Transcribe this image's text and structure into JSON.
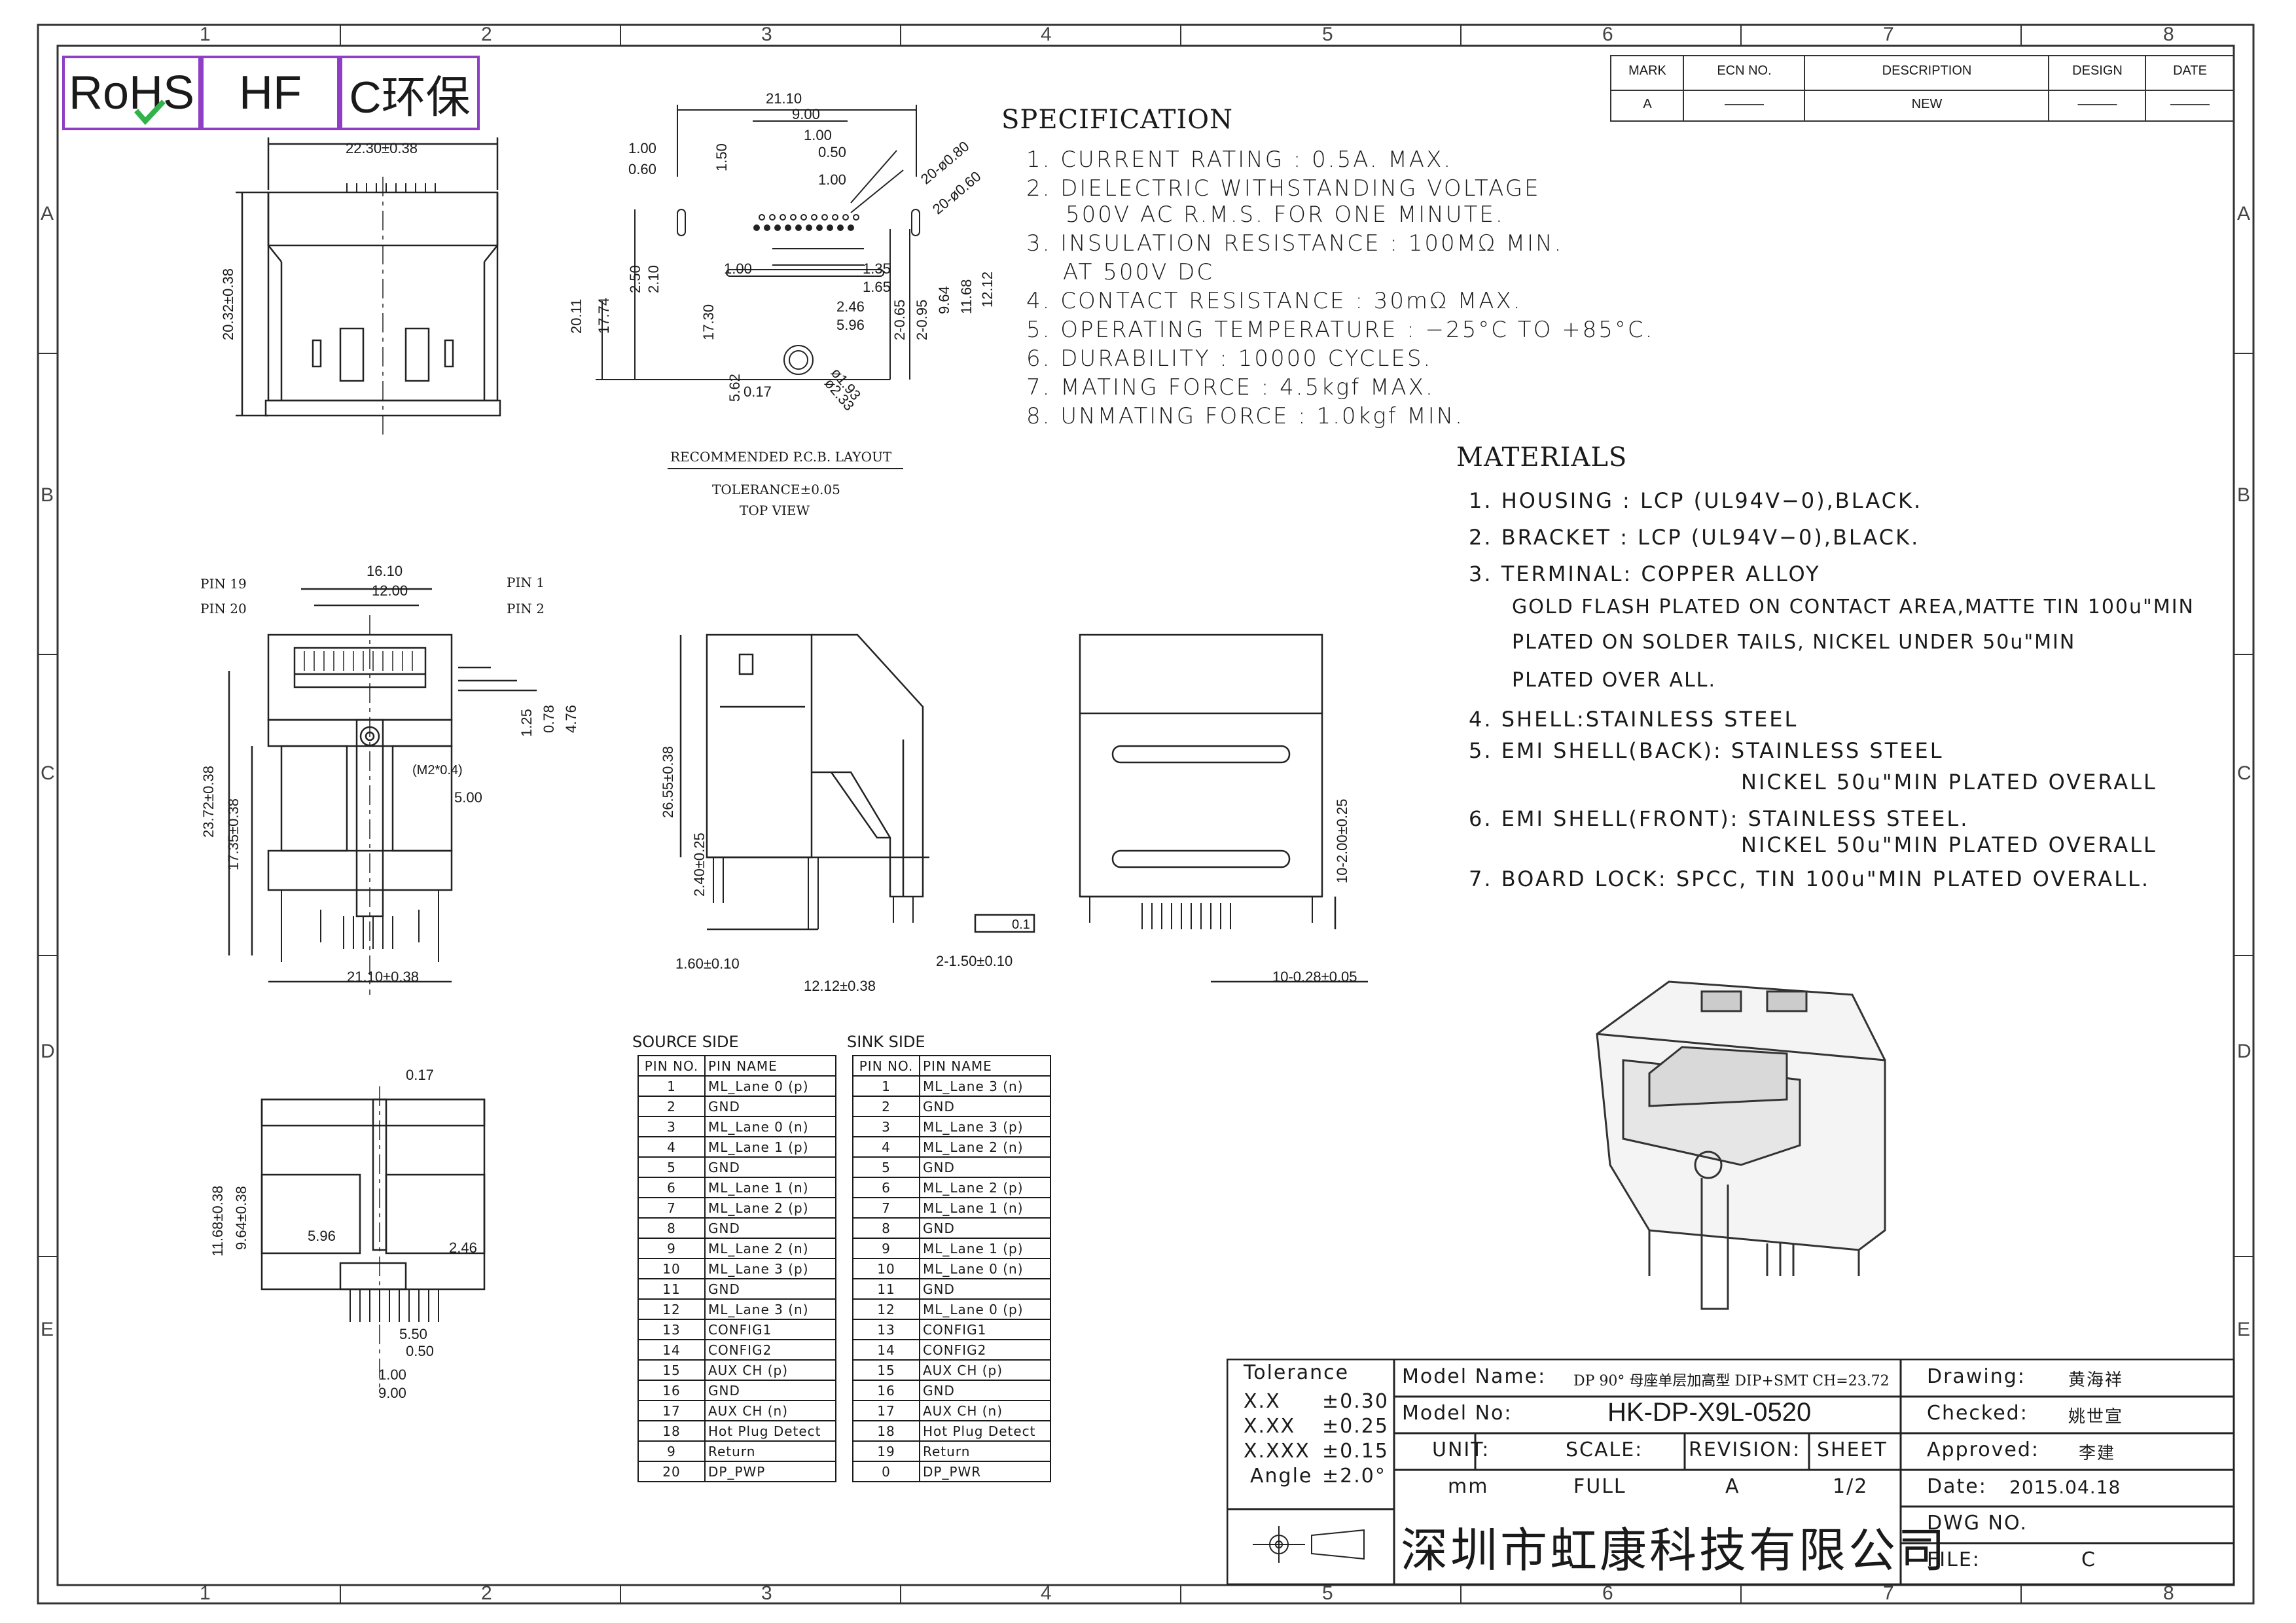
{
  "badges": {
    "rohs": "RoHS",
    "hf": "HF",
    "env": "C环保"
  },
  "zone_columns": [
    "1",
    "2",
    "3",
    "4",
    "5",
    "6",
    "7",
    "8"
  ],
  "zone_rows": [
    "A",
    "B",
    "C",
    "D",
    "E"
  ],
  "revision_table": {
    "headers": [
      "MARK",
      "ECN NO.",
      "DESCRIPTION",
      "DESIGN",
      "DATE"
    ],
    "row": [
      "A",
      "———",
      "NEW",
      "———",
      "———"
    ]
  },
  "specification": {
    "title": "SPECIFICATION",
    "items": [
      "1. CURRENT RATING : 0.5A. MAX.",
      "2. DIELECTRIC WITHSTANDING VOLTAGE",
      "500V AC R.M.S. FOR ONE MINUTE.",
      "3. INSULATION RESISTANCE : 100MΩ MIN.",
      "AT 500V DC",
      "4. CONTACT RESISTANCE : 30mΩ MAX.",
      "5. OPERATING TEMPERATURE : −25°C TO +85°C.",
      "6. DURABILITY : 10000 CYCLES.",
      "7. MATING FORCE : 4.5kgf MAX.",
      "8. UNMATING FORCE : 1.0kgf MIN."
    ]
  },
  "materials": {
    "title": "MATERIALS",
    "items": [
      "1. HOUSING : LCP (UL94V−0),BLACK.",
      "2. BRACKET : LCP (UL94V−0),BLACK.",
      "3. TERMINAL: COPPER ALLOY",
      "GOLD FLASH PLATED ON CONTACT AREA,MATTE TIN 100u\"MIN",
      "PLATED ON SOLDER TAILS, NICKEL UNDER 50u\"MIN",
      "PLATED OVER ALL.",
      "4. SHELL:STAINLESS STEEL",
      "5. EMI SHELL(BACK): STAINLESS STEEL",
      "NICKEL 50u\"MIN PLATED OVERALL",
      "6. EMI SHELL(FRONT): STAINLESS STEEL.",
      "NICKEL 50u\"MIN PLATED OVERALL",
      "7. BOARD LOCK: SPCC, TIN 100u\"MIN PLATED OVERALL."
    ]
  },
  "pcb_layout": {
    "caption": "RECOMMENDED P.C.B. LAYOUT",
    "tolerance": "TOLERANCE±0.05",
    "view": "TOP VIEW",
    "dims": [
      "21.10",
      "9.00",
      "1.00",
      "0.50",
      "1.00",
      "1.00",
      "0.60",
      "1.50",
      "20-ø0.80",
      "20-ø0.60",
      "1.00",
      "1.35",
      "1.65",
      "2.46",
      "5.96",
      "2-0.65",
      "2-0.95",
      "9.64",
      "11.68",
      "12.12",
      "2.50",
      "2.10",
      "20.11",
      "17.74",
      "17.30",
      "5.62",
      "0.17",
      "ø1.93",
      "ø2.33"
    ]
  },
  "front_view_dims": {
    "width": "22.30±0.38",
    "height": "20.32±0.38"
  },
  "side_view_dims": [
    "16.10",
    "12.00",
    "PIN 19",
    "PIN 20",
    "PIN 1",
    "PIN 2",
    "1.25",
    "0.78",
    "4.76",
    "(M2*0.4)",
    "5.00",
    "23.72±0.38",
    "17.35±0.38",
    "21.10±0.38"
  ],
  "profile_view_dims": [
    "26.55±0.38",
    "2.40±0.25",
    "1.60±0.10",
    "12.12±0.38",
    "2-1.50±0.10",
    "0.1"
  ],
  "back_view_dims": [
    "10-2.00±0.25",
    "10-0.28±0.05"
  ],
  "bottom_view_dims": [
    "0.17",
    "11.68±0.38",
    "9.64±0.38",
    "5.96",
    "2.46",
    "5.50",
    "0.50",
    "1.00",
    "9.00"
  ],
  "source_side": {
    "caption": "SOURCE SIDE",
    "headers": [
      "PIN NO.",
      "PIN NAME"
    ],
    "rows": [
      [
        "1",
        "ML_Lane 0 (p)"
      ],
      [
        "2",
        "GND"
      ],
      [
        "3",
        "ML_Lane 0 (n)"
      ],
      [
        "4",
        "ML_Lane 1 (p)"
      ],
      [
        "5",
        "GND"
      ],
      [
        "6",
        "ML_Lane 1 (n)"
      ],
      [
        "7",
        "ML_Lane 2 (p)"
      ],
      [
        "8",
        "GND"
      ],
      [
        "9",
        "ML_Lane 2 (n)"
      ],
      [
        "10",
        "ML_Lane 3 (p)"
      ],
      [
        "11",
        "GND"
      ],
      [
        "12",
        "ML_Lane 3 (n)"
      ],
      [
        "13",
        "CONFIG1"
      ],
      [
        "14",
        "CONFIG2"
      ],
      [
        "15",
        "AUX CH (p)"
      ],
      [
        "16",
        "GND"
      ],
      [
        "17",
        "AUX CH (n)"
      ],
      [
        "18",
        "Hot Plug Detect"
      ],
      [
        "9",
        "Return"
      ],
      [
        "20",
        "DP_PWP"
      ]
    ]
  },
  "sink_side": {
    "caption": "SINK SIDE",
    "headers": [
      "PIN NO.",
      "PIN NAME"
    ],
    "rows": [
      [
        "1",
        "ML_Lane 3 (n)"
      ],
      [
        "2",
        "GND"
      ],
      [
        "3",
        "ML_Lane 3 (p)"
      ],
      [
        "4",
        "ML_Lane 2 (n)"
      ],
      [
        "5",
        "GND"
      ],
      [
        "6",
        "ML_Lane 2 (p)"
      ],
      [
        "7",
        "ML_Lane 1 (n)"
      ],
      [
        "8",
        "GND"
      ],
      [
        "9",
        "ML_Lane 1 (p)"
      ],
      [
        "10",
        "ML_Lane 0 (n)"
      ],
      [
        "11",
        "GND"
      ],
      [
        "12",
        "ML_Lane 0 (p)"
      ],
      [
        "13",
        "CONFIG1"
      ],
      [
        "14",
        "CONFIG2"
      ],
      [
        "15",
        "AUX CH (p)"
      ],
      [
        "16",
        "GND"
      ],
      [
        "17",
        "AUX CH (n)"
      ],
      [
        "18",
        "Hot Plug Detect"
      ],
      [
        "19",
        "Return"
      ],
      [
        "0",
        "DP_PWR"
      ]
    ]
  },
  "title_block": {
    "tolerance_label": "Tolerance",
    "tolerances": [
      [
        "X.X",
        "±0.30"
      ],
      [
        "X.XX",
        "±0.25"
      ],
      [
        "X.XXX",
        "±0.15"
      ],
      [
        "Angle",
        "±2.0°"
      ]
    ],
    "model_name_label": "Model Name:",
    "model_name": "DP 90° 母座单层加高型 DIP+SMT CH=23.72",
    "model_no_label": "Model No:",
    "model_no": "HK-DP-X9L-0520",
    "unit_label": "UNIT:",
    "unit": "mm",
    "scale_label": "SCALE:",
    "scale": "FULL",
    "revision_label": "REVISION:",
    "revision": "A",
    "sheet_label": "SHEET",
    "sheet": "1/2",
    "company": "深圳市虹康科技有限公司",
    "drawing_label": "Drawing:",
    "drawing": "黄海祥",
    "checked_label": "Checked:",
    "checked": "姚世宣",
    "approved_label": "Approved:",
    "approved": "李建",
    "date_label": "Date:",
    "date": "2015.04.18",
    "dwg_label": "DWG NO.",
    "file_label": "FILE:",
    "file": "C"
  }
}
